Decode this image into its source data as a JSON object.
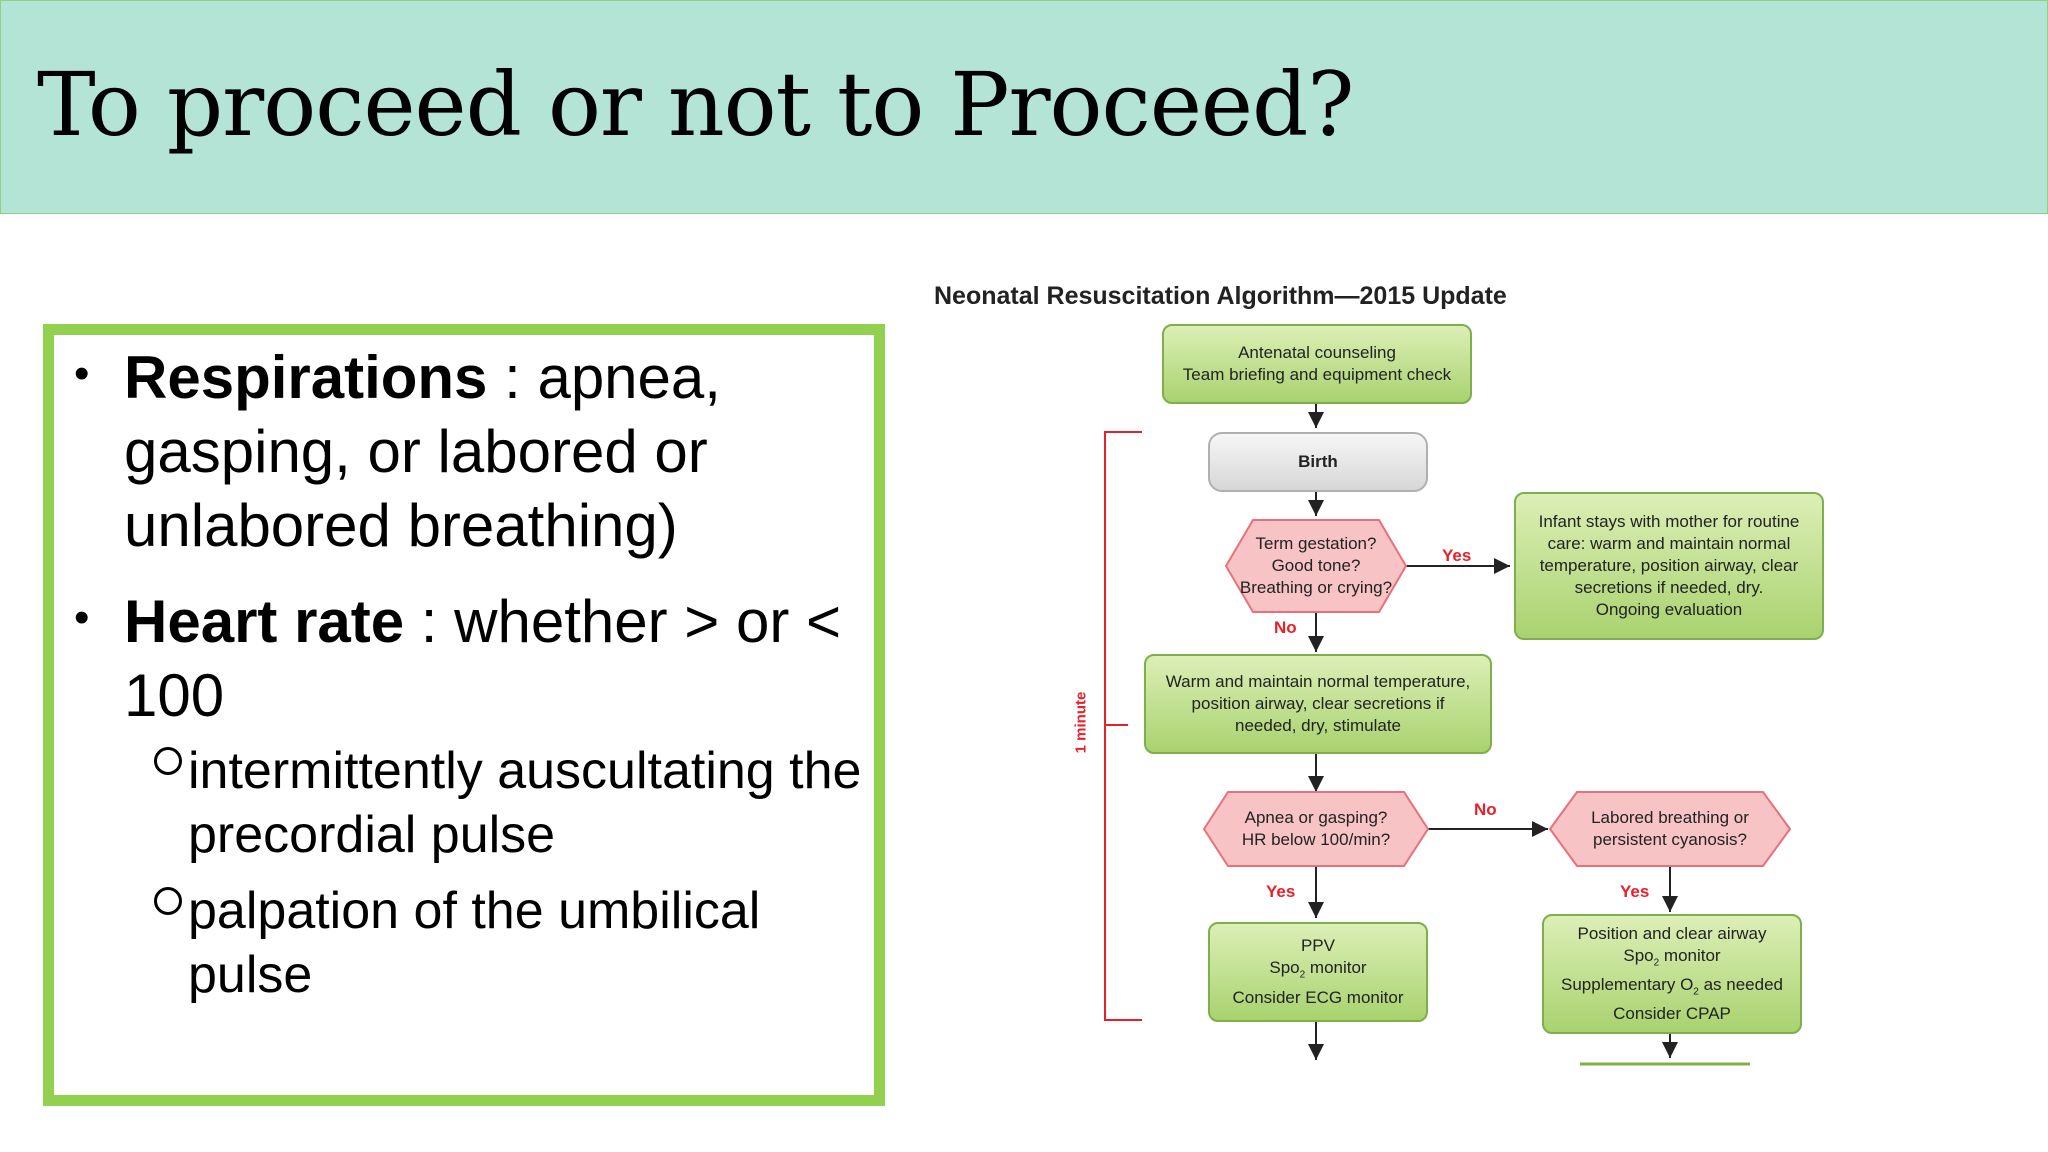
{
  "slide": {
    "title": "To proceed or not to Proceed?"
  },
  "bullets": [
    {
      "bold": "Respirations",
      "text": " : apnea, gasping, or labored or unlabored breathing)"
    },
    {
      "bold": "Heart rate",
      "text": " : whether >  or < 100"
    }
  ],
  "subbullets": [
    "intermittently auscultating the precordial pulse",
    "palpation of the umbilical pulse"
  ],
  "algorithm": {
    "title": "Neonatal Resuscitation Algorithm—2015 Update",
    "antenatal_line1": "Antenatal counseling",
    "antenatal_line2": "Team briefing and equipment check",
    "birth": "Birth",
    "term_line1": "Term gestation?",
    "term_line2": "Good tone?",
    "term_line3": "Breathing or crying?",
    "infant_line1": "Infant stays with mother for routine",
    "infant_line2": "care: warm and maintain normal",
    "infant_line3": "temperature, position airway, clear",
    "infant_line4": "secretions if needed, dry.",
    "infant_line5": "Ongoing evaluation",
    "warm_line1": "Warm and maintain normal temperature,",
    "warm_line2": "position airway, clear secretions if",
    "warm_line3": "needed, dry, stimulate",
    "apnea_line1": "Apnea or gasping?",
    "apnea_line2": "HR below 100/min?",
    "labored_line1": "Labored breathing or",
    "labored_line2": "persistent cyanosis?",
    "ppv_line1": "PPV",
    "ppv_spo": "Spo",
    "ppv_sub": "2",
    "ppv_monitor": " monitor",
    "ppv_line3": "Consider ECG monitor",
    "pos_line1": "Position and clear airway",
    "pos_spo": "Spo",
    "pos_sub": "2",
    "pos_monitor": " monitor",
    "pos_supp": "Supplementary O",
    "pos_sub2": "2",
    "pos_needed": " as needed",
    "pos_line4": "Consider CPAP",
    "yes1": "Yes",
    "no1": "No",
    "no2": "No",
    "yes2": "Yes",
    "yes3": "Yes",
    "minute": "1 minute"
  },
  "colors": {
    "header_bg": "#b3e4d6",
    "border_green": "#92d050",
    "label_red": "#e8202a",
    "hex_fill": "#f7c3c5"
  }
}
